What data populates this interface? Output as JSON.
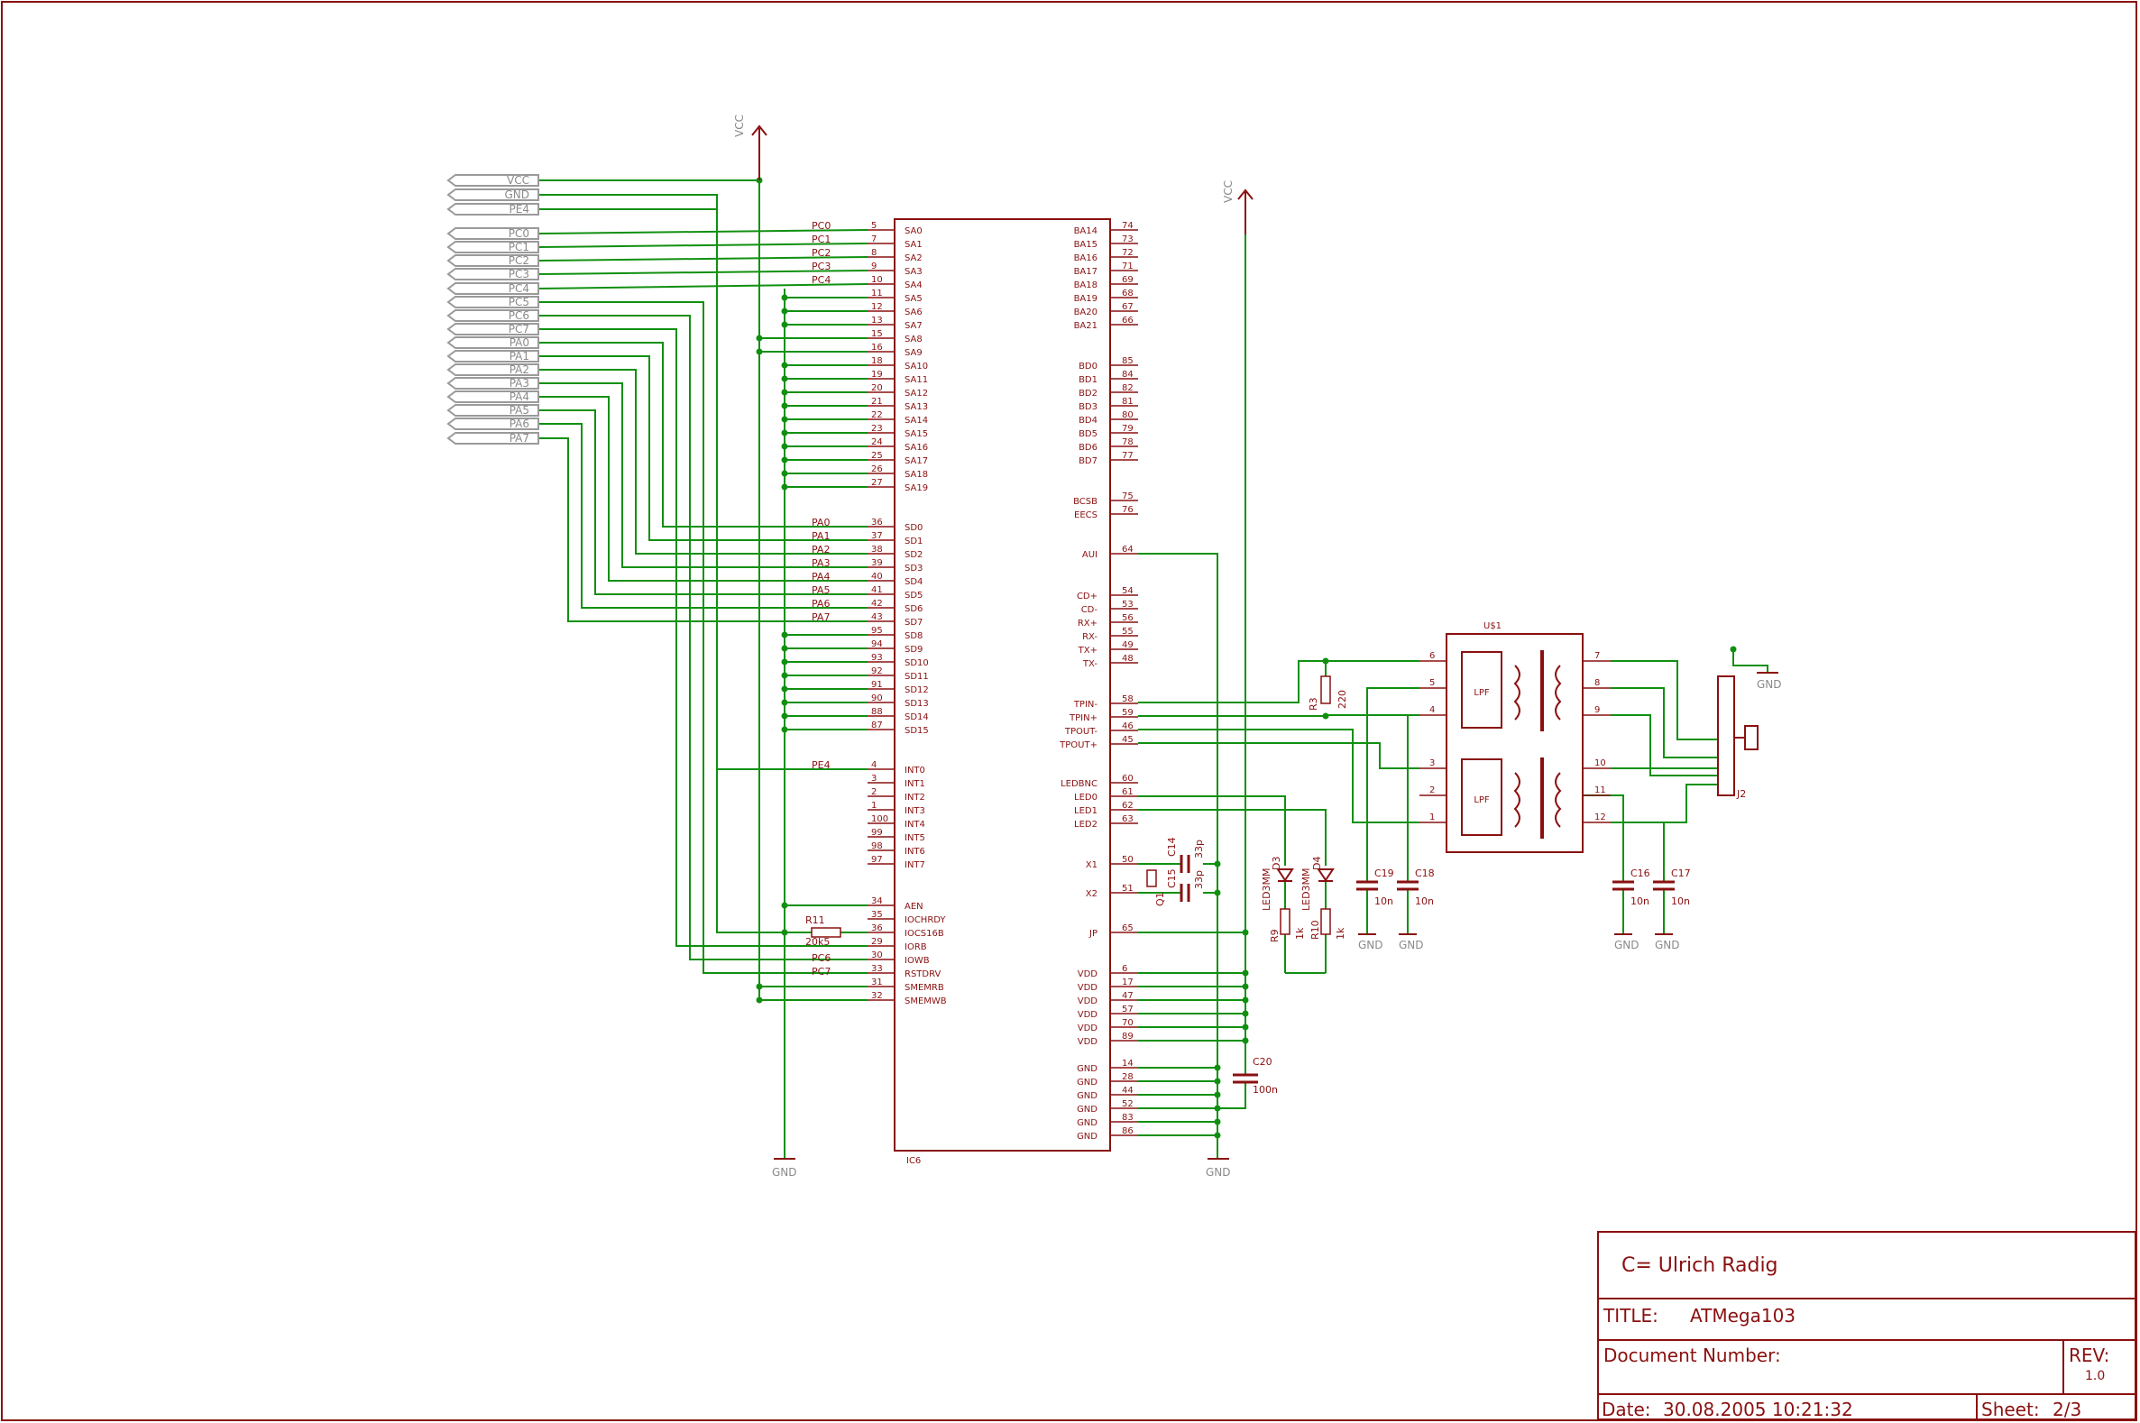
{
  "colors": {
    "frame": "#8a1010",
    "wire": "#109010",
    "label": "#8a8a8a"
  },
  "ports": [
    "VCC",
    "GND",
    "PE4",
    "PC0",
    "PC1",
    "PC2",
    "PC3",
    "PC4",
    "PC5",
    "PC6",
    "PC7",
    "PA0",
    "PA1",
    "PA2",
    "PA3",
    "PA4",
    "PA5",
    "PA6",
    "PA7"
  ],
  "supply": {
    "vcc": "VCC",
    "gnd": "GND"
  },
  "ic6": {
    "name": "IC6",
    "left_pins": [
      [
        "SA0",
        "5",
        "PC0"
      ],
      [
        "SA1",
        "7",
        "PC1"
      ],
      [
        "SA2",
        "8",
        "PC2"
      ],
      [
        "SA3",
        "9",
        "PC3"
      ],
      [
        "SA4",
        "10",
        "PC4"
      ],
      [
        "SA5",
        "11",
        ""
      ],
      [
        "SA6",
        "12",
        ""
      ],
      [
        "SA7",
        "13",
        ""
      ],
      [
        "SA8",
        "15",
        ""
      ],
      [
        "SA9",
        "16",
        ""
      ],
      [
        "SA10",
        "18",
        ""
      ],
      [
        "SA11",
        "19",
        ""
      ],
      [
        "SA12",
        "20",
        ""
      ],
      [
        "SA13",
        "21",
        ""
      ],
      [
        "SA14",
        "22",
        ""
      ],
      [
        "SA15",
        "23",
        ""
      ],
      [
        "SA16",
        "24",
        ""
      ],
      [
        "SA17",
        "25",
        ""
      ],
      [
        "SA18",
        "26",
        ""
      ],
      [
        "SA19",
        "27",
        ""
      ],
      [
        "SD0",
        "36",
        "PA0"
      ],
      [
        "SD1",
        "37",
        "PA1"
      ],
      [
        "SD2",
        "38",
        "PA2"
      ],
      [
        "SD3",
        "39",
        "PA3"
      ],
      [
        "SD4",
        "40",
        "PA4"
      ],
      [
        "SD5",
        "41",
        "PA5"
      ],
      [
        "SD6",
        "42",
        "PA6"
      ],
      [
        "SD7",
        "43",
        "PA7"
      ],
      [
        "SD8",
        "95",
        ""
      ],
      [
        "SD9",
        "94",
        ""
      ],
      [
        "SD10",
        "93",
        ""
      ],
      [
        "SD11",
        "92",
        ""
      ],
      [
        "SD12",
        "91",
        ""
      ],
      [
        "SD13",
        "90",
        ""
      ],
      [
        "SD14",
        "88",
        ""
      ],
      [
        "SD15",
        "87",
        ""
      ],
      [
        "INT0",
        "4",
        "PE4"
      ],
      [
        "INT1",
        "3",
        ""
      ],
      [
        "INT2",
        "2",
        ""
      ],
      [
        "INT3",
        "1",
        ""
      ],
      [
        "INT4",
        "100",
        ""
      ],
      [
        "INT5",
        "99",
        ""
      ],
      [
        "INT6",
        "98",
        ""
      ],
      [
        "INT7",
        "97",
        ""
      ],
      [
        "AEN",
        "34",
        ""
      ],
      [
        "IOCHRDY",
        "35",
        ""
      ],
      [
        "IOCS16B",
        "36",
        ""
      ],
      [
        "IORB",
        "29",
        ""
      ],
      [
        "IOWB",
        "30",
        ""
      ],
      [
        "RSTDRV",
        "33",
        ""
      ],
      [
        "SMEMRB",
        "31",
        ""
      ],
      [
        "SMEMWB",
        "32",
        ""
      ]
    ],
    "right_pins": [
      [
        "BA14",
        "74"
      ],
      [
        "BA15",
        "73"
      ],
      [
        "BA16",
        "72"
      ],
      [
        "BA17",
        "71"
      ],
      [
        "BA18",
        "69"
      ],
      [
        "BA19",
        "68"
      ],
      [
        "BA20",
        "67"
      ],
      [
        "BA21",
        "66"
      ],
      [
        "BD0",
        "85"
      ],
      [
        "BD1",
        "84"
      ],
      [
        "BD2",
        "82"
      ],
      [
        "BD3",
        "81"
      ],
      [
        "BD4",
        "80"
      ],
      [
        "BD5",
        "79"
      ],
      [
        "BD6",
        "78"
      ],
      [
        "BD7",
        "77"
      ],
      [
        "BCSB",
        "75"
      ],
      [
        "EECS",
        "76"
      ],
      [
        "AUI",
        "64"
      ],
      [
        "CD+",
        "54"
      ],
      [
        "CD-",
        "53"
      ],
      [
        "RX+",
        "56"
      ],
      [
        "RX-",
        "55"
      ],
      [
        "TX+",
        "49"
      ],
      [
        "TX-",
        "48"
      ],
      [
        "TPIN-",
        "58"
      ],
      [
        "TPIN+",
        "59"
      ],
      [
        "TPOUT-",
        "46"
      ],
      [
        "TPOUT+",
        "45"
      ],
      [
        "LEDBNC",
        "60"
      ],
      [
        "LED0",
        "61"
      ],
      [
        "LED1",
        "62"
      ],
      [
        "LED2",
        "63"
      ],
      [
        "X1",
        "50"
      ],
      [
        "X2",
        "51"
      ],
      [
        "JP",
        "65"
      ],
      [
        "VDD",
        "6"
      ],
      [
        "VDD",
        "17"
      ],
      [
        "VDD",
        "47"
      ],
      [
        "VDD",
        "57"
      ],
      [
        "VDD",
        "70"
      ],
      [
        "VDD",
        "89"
      ],
      [
        "GND",
        "14"
      ],
      [
        "GND",
        "28"
      ],
      [
        "GND",
        "44"
      ],
      [
        "GND",
        "52"
      ],
      [
        "GND",
        "83"
      ],
      [
        "GND",
        "86"
      ]
    ]
  },
  "parts": {
    "r11": "R11",
    "r11_val": "20k5",
    "pc6": "PC6",
    "pc7": "PC7",
    "c14": "C14",
    "c14_val": "33p",
    "c15_val": "33p",
    "c15": "C15",
    "q1": "Q1",
    "d3": "D3",
    "d4": "D4",
    "led_type": "LED3MM",
    "r9": "R9",
    "r9_val": "1k",
    "r10": "R10",
    "r10_val": "1k",
    "r3": "R3",
    "r3_val": "220",
    "c19": "C19",
    "c18": "C18",
    "c16": "C16",
    "c17": "C17",
    "c_small": "10n",
    "c20": "C20",
    "c20_val": "100n",
    "u$1": "U$1",
    "lpf": "LPF",
    "j2": "J2"
  },
  "u1_pins": {
    "left": [
      "6",
      "5",
      "4",
      "3",
      "2",
      "1"
    ],
    "right": [
      "7",
      "8",
      "9",
      "10",
      "11",
      "12"
    ]
  },
  "title_block": {
    "copyright": "C= Ulrich Radig",
    "title_label": "TITLE:",
    "title": "ATMega103",
    "docnum_label": "Document Number:",
    "rev_label": "REV:",
    "rev": "1.0",
    "date_label": "Date:",
    "date": "30.08.2005 10:21:32",
    "sheet_label": "Sheet:",
    "sheet": "2/3"
  }
}
